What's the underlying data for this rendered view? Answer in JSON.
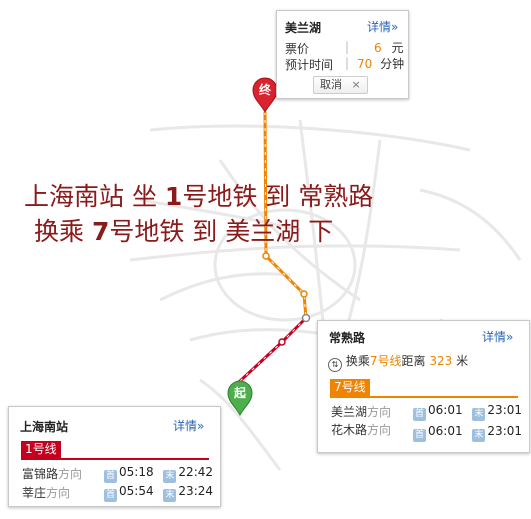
{
  "dest_popup": {
    "station": "美兰湖",
    "detail": "详情»",
    "fare_label": "票价",
    "fare_value": "6",
    "fare_unit": "元",
    "time_label": "预计时间",
    "time_value": "70",
    "time_unit": "分钟",
    "cancel": "取消",
    "cancel_x": "×"
  },
  "transfer_popup": {
    "station": "常熟路",
    "detail": "详情»",
    "transfer_prefix": "换乘",
    "transfer_line": "7号线",
    "distance_label": "距离",
    "distance_value": "323",
    "distance_unit": "米",
    "line_badge": "7号线",
    "rows": [
      {
        "dest": "美兰湖",
        "dir": "方向",
        "first_icon": "首",
        "first": "06:01",
        "last_icon": "末",
        "last": "23:01"
      },
      {
        "dest": "花木路",
        "dir": "方向",
        "first_icon": "首",
        "first": "06:01",
        "last_icon": "末",
        "last": "23:01"
      }
    ]
  },
  "origin_popup": {
    "station": "上海南站",
    "detail": "详情»",
    "line_badge": "1号线",
    "rows": [
      {
        "dest": "富锦路",
        "dir": "方向",
        "first_icon": "首",
        "first": "05:18",
        "last_icon": "末",
        "last": "22:42"
      },
      {
        "dest": "莘庄",
        "dir": "方向",
        "first_icon": "首",
        "first": "05:54",
        "last_icon": "末",
        "last": "23:24"
      }
    ]
  },
  "markers": {
    "end": "终",
    "start": "起"
  },
  "overlay": {
    "line1_a": "上海南站 坐 ",
    "line1_num": "1",
    "line1_b": "号地铁 到 常熟路",
    "line2_a": "换乘 ",
    "line2_num": "7",
    "line2_b": "号地铁 到 美兰湖 下"
  },
  "colors": {
    "line1": "#e3002b",
    "line7": "#f08300",
    "overlay_text": "#8b1a1a",
    "link": "#2a66b3"
  }
}
